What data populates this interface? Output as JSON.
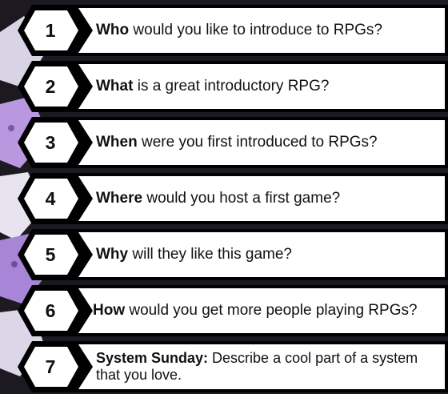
{
  "items": [
    {
      "number": "1",
      "keyword": "Who",
      "rest": " would you like to introduce to RPGs?"
    },
    {
      "number": "2",
      "keyword": "What",
      "rest": " is a great introductory RPG?"
    },
    {
      "number": "3",
      "keyword": "When",
      "rest": " were you first introduced to RPGs?"
    },
    {
      "number": "4",
      "keyword": "Where",
      "rest": " would you host a first game?"
    },
    {
      "number": "5",
      "keyword": "Why",
      "rest": " will they like this game?"
    },
    {
      "number": "6",
      "keyword": "How",
      "rest": " would you get more people playing RPGs?"
    },
    {
      "number": "7",
      "keyword": "System Sunday:",
      "rest": " Describe a cool part of a system that you love."
    }
  ],
  "colors": {
    "panel": "#ffffff",
    "outline": "#000000",
    "text": "#111111",
    "background": "#1c1a20",
    "dice_accent": "#c8a9e8"
  }
}
